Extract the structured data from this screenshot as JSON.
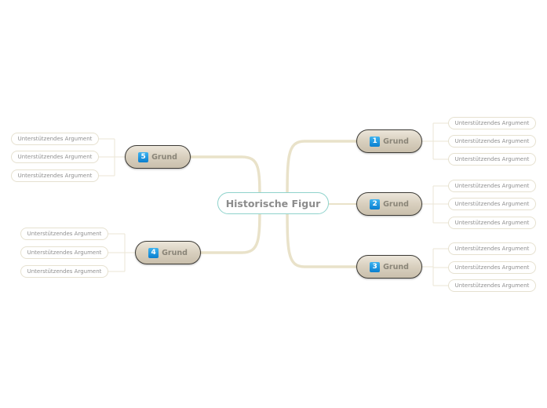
{
  "central": {
    "label": "Historische Figur"
  },
  "branches": [
    {
      "number": "1",
      "label": "Grund",
      "arguments": [
        "Unterstützendes Argument",
        "Unterstützendes Argument",
        "Unterstützendes Argument"
      ]
    },
    {
      "number": "2",
      "label": "Grund",
      "arguments": [
        "Unterstützendes Argument",
        "Unterstützendes Argument",
        "Unterstützendes Argument"
      ]
    },
    {
      "number": "3",
      "label": "Grund",
      "arguments": [
        "Unterstützendes Argument",
        "Unterstützendes Argument",
        "Unterstützendes Argument"
      ]
    },
    {
      "number": "4",
      "label": "Grund",
      "arguments": [
        "Unterstützendes Argument",
        "Unterstützendes Argument",
        "Unterstützendes Argument"
      ]
    },
    {
      "number": "5",
      "label": "Grund",
      "arguments": [
        "Unterstützendes Argument",
        "Unterstützendes Argument",
        "Unterstützendes Argument"
      ]
    }
  ],
  "colors": {
    "central_border": "#8fd3cc",
    "connector": "#e8e0c6",
    "topic_fill": "#d9d0bf",
    "topic_border": "#3c3a35",
    "number_badge": "#1a8fdc"
  }
}
